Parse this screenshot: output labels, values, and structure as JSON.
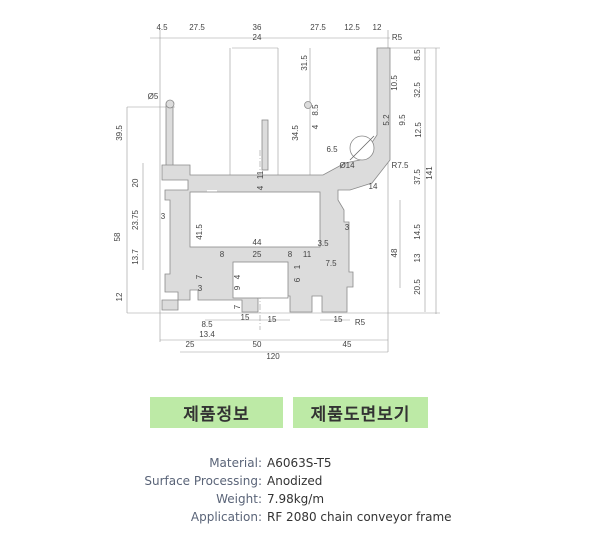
{
  "drawing": {
    "labels": [
      "4.5",
      "27.5",
      "36",
      "24",
      "27.5",
      "12.5",
      "12",
      "R5",
      "8.5",
      "31.5",
      "10.5",
      "32.5",
      "Ø5",
      "8.5",
      "4",
      "5.2",
      "9.5",
      "12.5",
      "34.5",
      "39.5",
      "6.5",
      "Ø14",
      "R7.5",
      "11",
      "20",
      "4",
      "37.5",
      "141",
      "14",
      "3",
      "23.75",
      "3",
      "41.5",
      "14.5",
      "58",
      "44",
      "3.5",
      "8",
      "25",
      "8",
      "11",
      "7.5",
      "48",
      "13.7",
      "13",
      "1",
      "7",
      "4",
      "6",
      "3",
      "9",
      "20.5",
      "12",
      "7",
      "15",
      "15",
      "15",
      "R5",
      "8.5",
      "13.4",
      "25",
      "50",
      "45",
      "120"
    ]
  },
  "buttons": {
    "product_info": "제품정보",
    "product_drawing": "제품도면보기"
  },
  "specs": [
    {
      "label": "Material:",
      "value": "A6063S-T5"
    },
    {
      "label": "Surface Processing:",
      "value": "Anodized"
    },
    {
      "label": "Weight:",
      "value": "7.98kg/m"
    },
    {
      "label": "Application:",
      "value": "RF 2080 chain conveyor frame"
    }
  ]
}
